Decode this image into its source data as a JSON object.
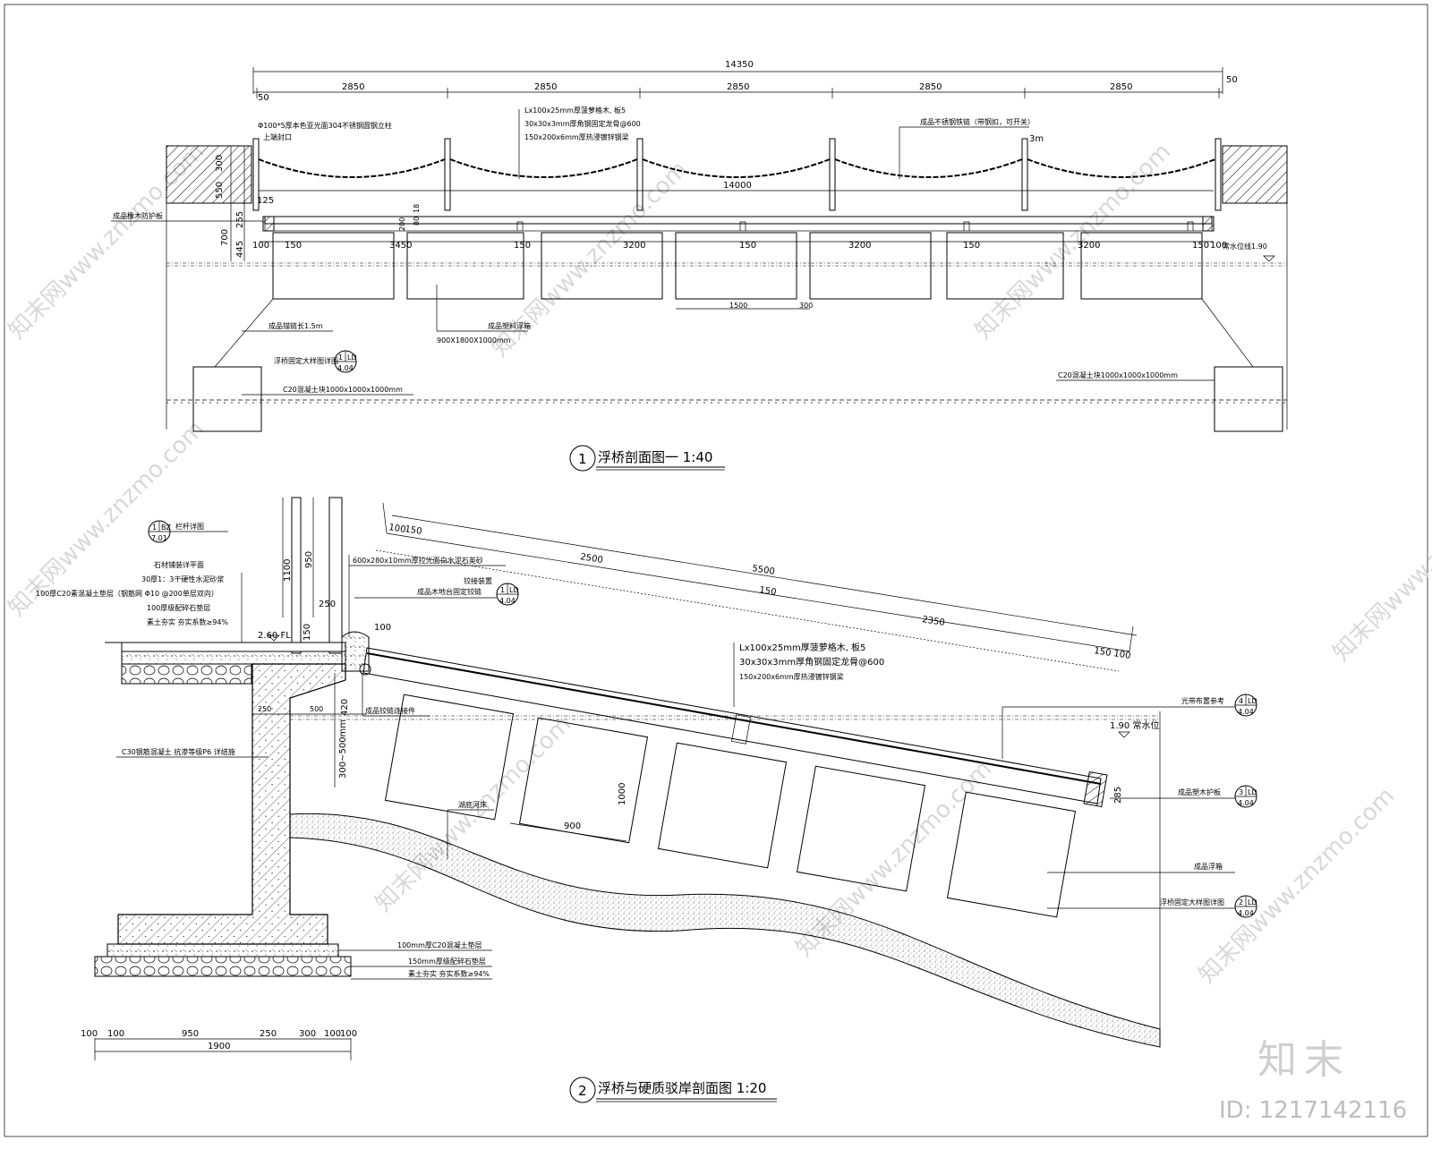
{
  "sheet": {
    "brand": "知末",
    "id_text": "ID: 1217142116",
    "watermark": "知末网www.znzmo.com"
  },
  "section1": {
    "title": "浮桥剖面图一  1:40",
    "number": "1",
    "dims_top": {
      "total": "14350",
      "bays": [
        "2850",
        "2850",
        "2850",
        "2850",
        "2850"
      ],
      "left_end": "50",
      "right_end": "50"
    },
    "dims_deck": {
      "span": "14000",
      "edge": "125",
      "segments": [
        "100",
        "150",
        "3450",
        "150",
        "3200",
        "150",
        "3200",
        "150",
        "3200",
        "150",
        "100"
      ]
    },
    "dims_vertical": [
      "300",
      "550",
      "255",
      "700",
      "445",
      "200",
      "80",
      "18"
    ],
    "labels": {
      "post": "Φ100*5厚本色亚光面304不锈钢圆钢立柱",
      "post_cap": "上端封口",
      "deck_board": "Lx100x25mm厚菠萝格木, 板5",
      "angle": "30x30x3mm厚角钢固定龙骨@600",
      "channel": "150x200x6mm厚热浸镀锌钢梁",
      "chain": "成品不锈钢铁链（带钢扣，可开关）",
      "chain_len": "3m",
      "fender": "成品橡木防护板",
      "water_level": "常水位线1.90",
      "anchor_chain": "成品锚链长1.5m",
      "float": "成品塑料浮箱",
      "float_size": "900X1800X1000mm",
      "detail_ref": "浮桥固定大样图详图",
      "block_left": "C20混凝土块1000x1000x1000mm",
      "block_right": "C20混凝土块1000x1000x1000mm",
      "small_dim_a": "1500",
      "small_dim_b": "300",
      "callout_num": "1",
      "callout_tag": "LD",
      "callout_sheet": "4.04"
    }
  },
  "section2": {
    "title": "浮桥与硬质驳岸剖面图 1:20",
    "number": "2",
    "dims_slope": {
      "a": "100",
      "b": "150",
      "c": "2500",
      "d": "5500",
      "e": "150",
      "f": "2350",
      "g": "150",
      "h": "100"
    },
    "dims_vertical": [
      "1100",
      "950",
      "250",
      "150",
      "100",
      "420",
      "300~500mm",
      "1000",
      "285"
    ],
    "dims_bottom": [
      "100",
      "100",
      "950",
      "250",
      "300",
      "100",
      "100"
    ],
    "dims_bottom_total": "1900",
    "float_width": "900",
    "fl_level": "2.60 FL",
    "wall_dims": [
      "250",
      "500"
    ],
    "water_level": "1.90  常水位",
    "labels": {
      "railing_ref": "栏杆详图",
      "railing_tag": "BZ",
      "railing_num": "1",
      "railing_sheet": "7.01",
      "paving_plan": "石材铺装详平面",
      "mortar": "30厚1：3干硬性水泥砂浆",
      "slab": "100厚C20素混凝土垫层（钢筋网  Φ10 @200单层双向）",
      "gravel": "100厚级配碎石垫层",
      "soil": "素土夯实  夯实系数≥94%",
      "granite": "600x280x10mm厚拉光面白水泥石英砂",
      "hinge": "成品木地台固定铰链",
      "hinge2": "铰接装置",
      "connector": "成品铰链连接件",
      "wall": "C30钢筋混凝土  抗渗等级P6  详结施",
      "deck_board": "Lx100x25mm厚菠萝格木, 板5",
      "angle": "30x30x3mm厚角钢固定龙骨@600",
      "channel": "150x200x6mm厚热浸镀锌钢梁",
      "lighting": "光带布置参考",
      "fender": "成品塑木护板",
      "float": "成品浮箱",
      "riverbed": "湖底河床",
      "detail_ref": "浮桥固定大样图详图",
      "base_slab": "100mm厚C20混凝土垫层",
      "base_gravel": "150mm厚级配碎石垫层",
      "base_soil": "素土夯实  夯实系数≥94%",
      "ref1_num": "1",
      "ref1_tag": "LD",
      "ref1_sheet": "4.04",
      "ref2_num": "2",
      "ref2_tag": "LD",
      "ref2_sheet": "4.04",
      "ref3_num": "3",
      "ref3_tag": "LD",
      "ref3_sheet": "4.04",
      "ref4_num": "4",
      "ref4_tag": "LD",
      "ref4_sheet": "4.04"
    }
  }
}
